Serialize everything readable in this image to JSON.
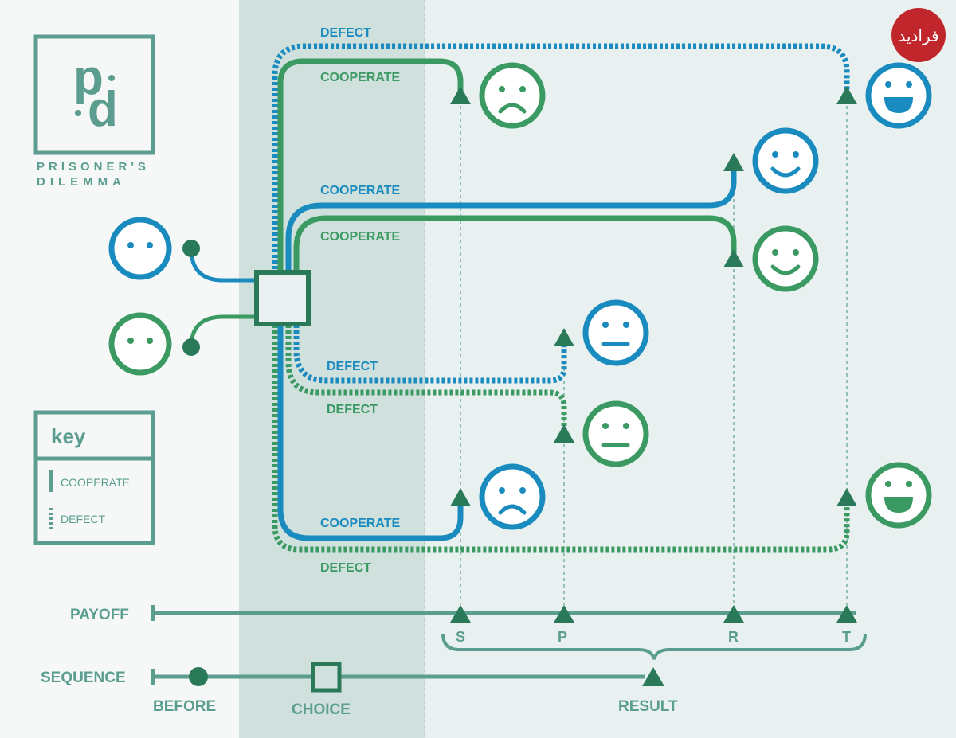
{
  "logo": {
    "letters_top": "p",
    "letters_bottom": "d",
    "title_line1": "PRISONER'S",
    "title_line2": "DILEMMA"
  },
  "key": {
    "title": "key",
    "cooperate": "COOPERATE",
    "defect": "DEFECT"
  },
  "paths": {
    "blue_defect_top": "DEFECT",
    "green_cooperate_top": "COOPERATE",
    "blue_cooperate_mid": "COOPERATE",
    "green_cooperate_mid": "COOPERATE",
    "blue_defect_mid": "DEFECT",
    "green_defect_mid": "DEFECT",
    "blue_cooperate_bottom": "COOPERATE",
    "green_defect_bottom": "DEFECT"
  },
  "payoff": {
    "label": "PAYOFF",
    "s": "S",
    "p": "P",
    "r": "R",
    "t": "T"
  },
  "sequence": {
    "label": "SEQUENCE",
    "before": "BEFORE",
    "choice": "CHOICE",
    "result": "RESULT"
  },
  "watermark": {
    "text": "فرادید"
  },
  "colors": {
    "blue": "#1a8bbf",
    "green": "#3a9a62",
    "teal": "#5b9e90",
    "choice_band": "#cfe0dd",
    "result_band": "#e9f1f0",
    "watermark": "#c0262c"
  },
  "faces": {
    "player_blue": "neutral",
    "player_green": "neutral",
    "outcome_1": "sad-green",
    "outcome_2": "grin-blue",
    "outcome_3": "smile-blue",
    "outcome_4": "smile-green",
    "outcome_5": "neutral-blue",
    "outcome_6": "neutral-green",
    "outcome_7": "sad-blue",
    "outcome_8": "grin-green"
  }
}
